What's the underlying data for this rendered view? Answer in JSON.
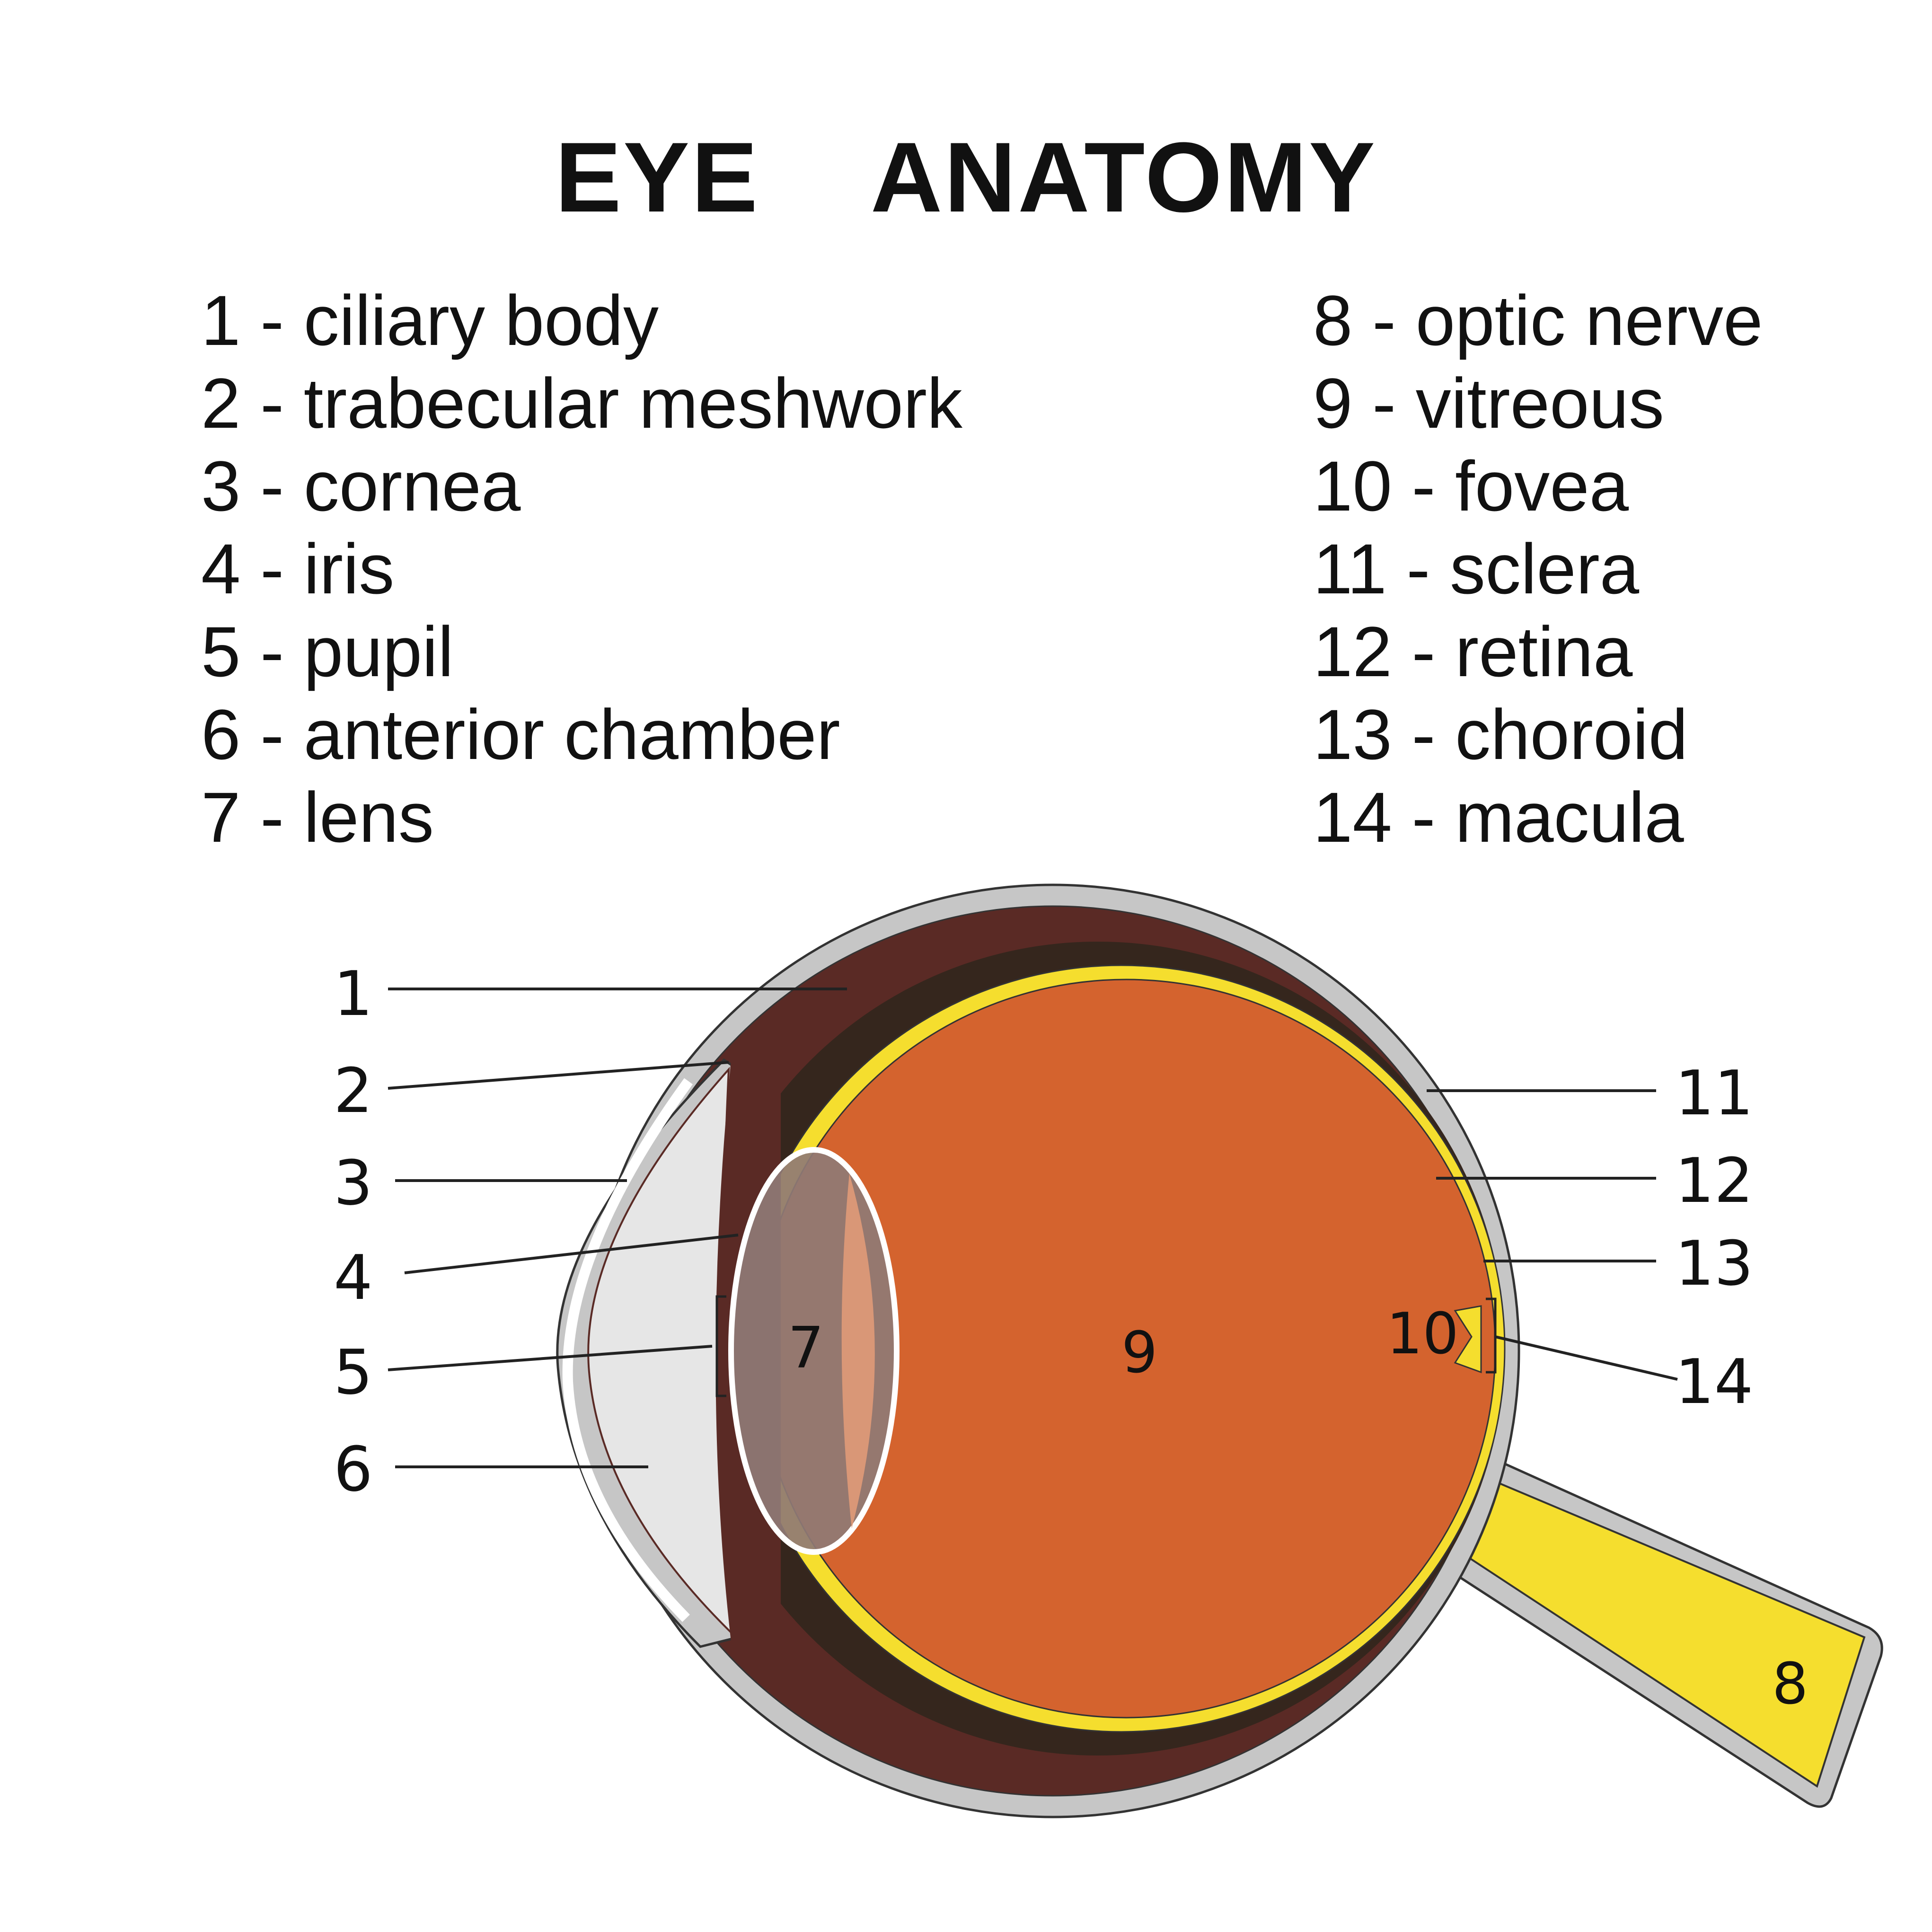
{
  "title": "EYE    ANATOMY",
  "legend": {
    "left": [
      "1 - ciliary body",
      "2 - trabecular meshwork",
      "3 - cornea",
      "4 - iris",
      "5 - pupil",
      "6 - anterior chamber",
      "7 - lens"
    ],
    "right": [
      "8 - optic nerve",
      "9 - vitreous",
      "10 - fovea",
      "11 - sclera",
      "12 - retina",
      "13 - choroid",
      "14 - macula"
    ]
  },
  "callouts": {
    "n1": "1",
    "n2": "2",
    "n3": "3",
    "n4": "4",
    "n5": "5",
    "n6": "6",
    "n7": "7",
    "n8": "8",
    "n9": "9",
    "n10": "10",
    "n11": "11",
    "n12": "12",
    "n13": "13",
    "n14": "14"
  },
  "colors": {
    "sclera": "#c6c6c6",
    "choroid": "#5a2a25",
    "dark_layer": "#35261d",
    "retina": "#f5de2e",
    "vitreous": "#d4632e",
    "lens": "#8f7a75",
    "anterior_chamber": "#e6e6e6",
    "outline": "#333333"
  }
}
